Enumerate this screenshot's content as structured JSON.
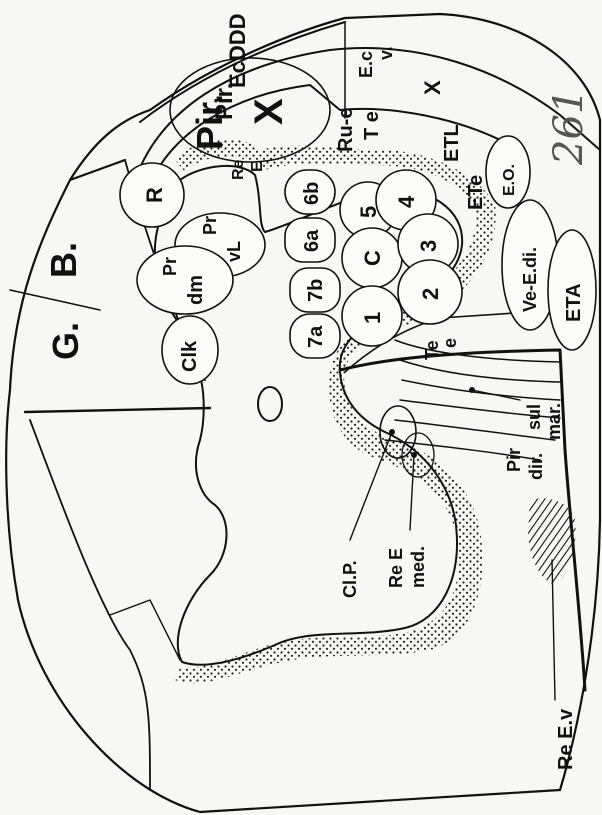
{
  "figure": {
    "sheet_number": "261",
    "nuclei": {
      "ecddd": "EcDDD",
      "ecv_top": "E.c",
      "ecv_bottom": "v.",
      "pir_x_left": "Pir.",
      "pir_x_right": "X",
      "pir_large": "Pir.",
      "re_e_top": "Re",
      "re_e_bottom": "E",
      "ru_e_top": "Ru-e",
      "ru_e_bottom": "T e",
      "x_right": "X",
      "etl": "ETL",
      "ete": "ETe",
      "eo": "E.O.",
      "r": "R",
      "pr_vl_top": "Pr",
      "pr_vl_bottom": "vL",
      "pr_dm_top": "Pr",
      "pr_dm_bottom": "dm",
      "clk": "Clk",
      "b": "B.",
      "g": "G.",
      "n6b": "6b",
      "n6a": "6a",
      "n7b": "7b",
      "n7a": "7a",
      "n5": "5",
      "n4": "4",
      "nc": "C",
      "n3": "3",
      "n2": "2",
      "n1": "1",
      "ve_e_di": "Ve-E.di.",
      "eta": "ETA",
      "te_top": "Te",
      "te_bottom": "e",
      "pir_dir_top": "Pir",
      "pir_dir_bottom": "dir.",
      "sul_mar_top": "sul",
      "sul_mar_bottom": "mar.",
      "clp": "Cl.P.",
      "re_e_med_top": "Re E",
      "re_e_med_bottom": "med.",
      "re_ev": "Re E.v"
    }
  }
}
